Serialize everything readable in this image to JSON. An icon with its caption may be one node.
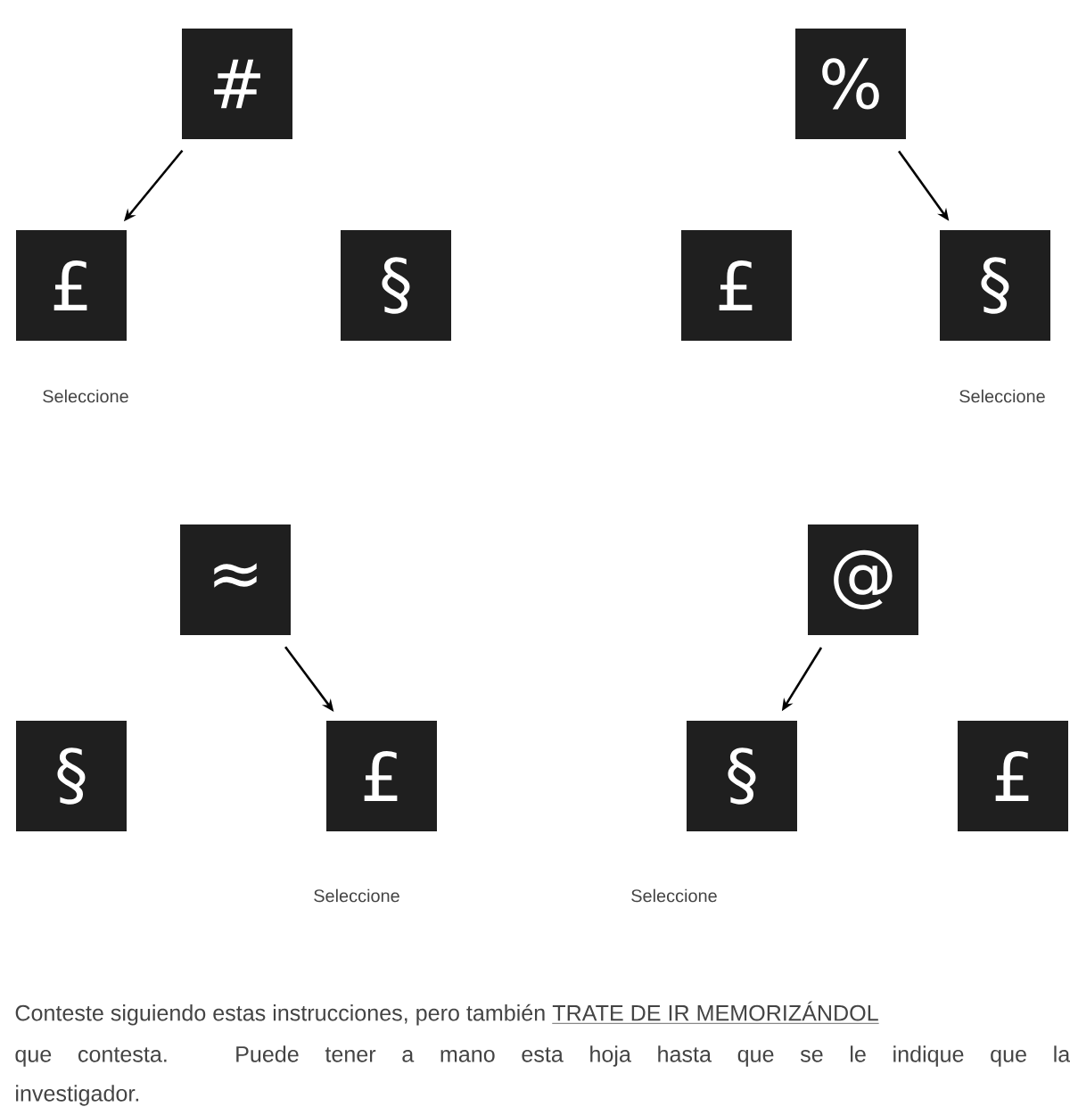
{
  "diagram": {
    "nodes": [
      {
        "text": [
          "#"
        ]
      },
      {
        "text": [
          "£"
        ],
        "beside": [
          "Seleccione"
        ]
      },
      {
        "text": [
          "§"
        ]
      },
      {
        "text": [
          "%"
        ]
      },
      {
        "text": [
          "£"
        ]
      },
      {
        "text": [
          "§"
        ],
        "beside": [
          "Seleccione"
        ]
      },
      {
        "text": [
          "≈"
        ]
      },
      {
        "text": [
          "§"
        ]
      },
      {
        "text": [
          "£"
        ],
        "beside": [
          "Seleccione"
        ]
      },
      {
        "text": [
          "@"
        ]
      },
      {
        "text": [
          "§"
        ],
        "beside": [
          "Seleccione"
        ]
      },
      {
        "text": [
          "£"
        ]
      }
    ],
    "edges": [
      {
        "from": 0,
        "to": 1,
        "arrow": "to"
      },
      {
        "from": 3,
        "to": 5,
        "arrow": "to"
      },
      {
        "from": 6,
        "to": 8,
        "arrow": "to"
      },
      {
        "from": 9,
        "to": 10,
        "arrow": "to"
      }
    ],
    "labels": [
      "Conteste siguiendo estas instrucciones, pero también",
      "TRATE DE IR MEMORIZÁNDOL",
      "que contesta. Puede tener a mano esta hoja hasta que se le indique que la",
      "investigador."
    ]
  }
}
